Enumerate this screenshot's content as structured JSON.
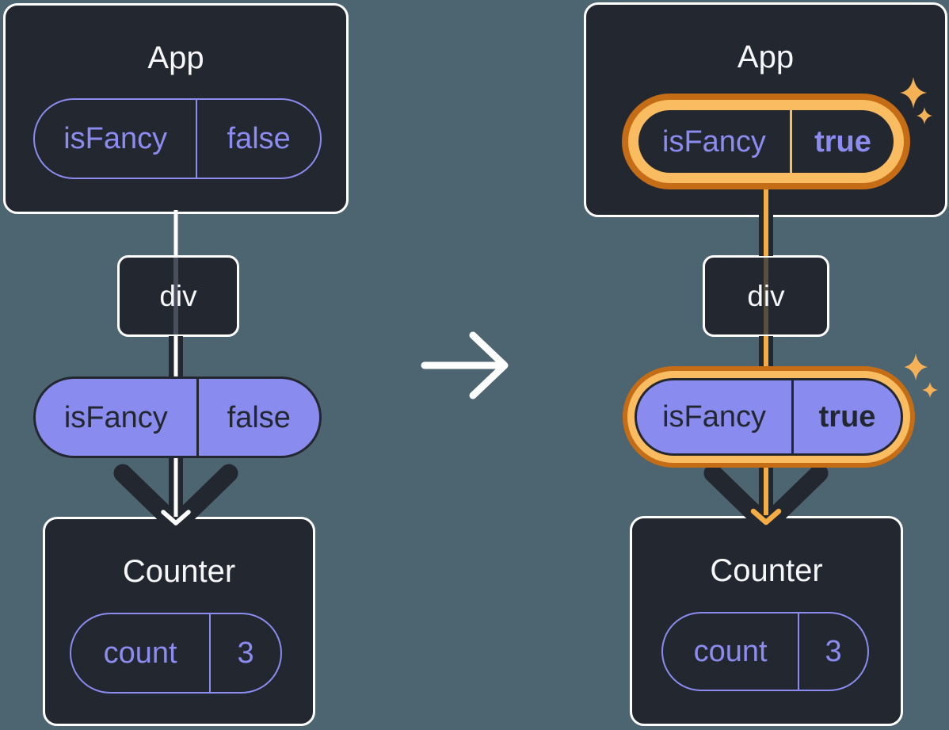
{
  "before_tree": {
    "app": {
      "title": "App",
      "prop": {
        "name": "isFancy",
        "value": "false"
      }
    },
    "div": {
      "label": "div"
    },
    "passed_prop": {
      "name": "isFancy",
      "value": "false"
    },
    "counter": {
      "title": "Counter",
      "state": {
        "name": "count",
        "value": "3"
      }
    }
  },
  "after_tree": {
    "app": {
      "title": "App",
      "prop": {
        "name": "isFancy",
        "value": "true"
      }
    },
    "div": {
      "label": "div"
    },
    "passed_prop": {
      "name": "isFancy",
      "value": "true"
    },
    "counter": {
      "title": "Counter",
      "state": {
        "name": "count",
        "value": "3"
      }
    }
  },
  "icons": {
    "transition": "right-arrow-icon",
    "highlight": "sparkles-icon",
    "flow": "down-arrow-icon"
  },
  "colors": {
    "background": "#4C6570",
    "node_fill": "#23272F",
    "node_border": "#FFFFFF",
    "purple": "#8B8BF0",
    "pill_fill": "#8A8BEE",
    "dark_text": "#23272F",
    "highlight_ring_outer": "#C46C16",
    "highlight_ring_inner": "#F9BC60",
    "highlight_line": "#F5AC44",
    "sparkle": "#F5B156",
    "white_line": "#FFFFFF"
  }
}
